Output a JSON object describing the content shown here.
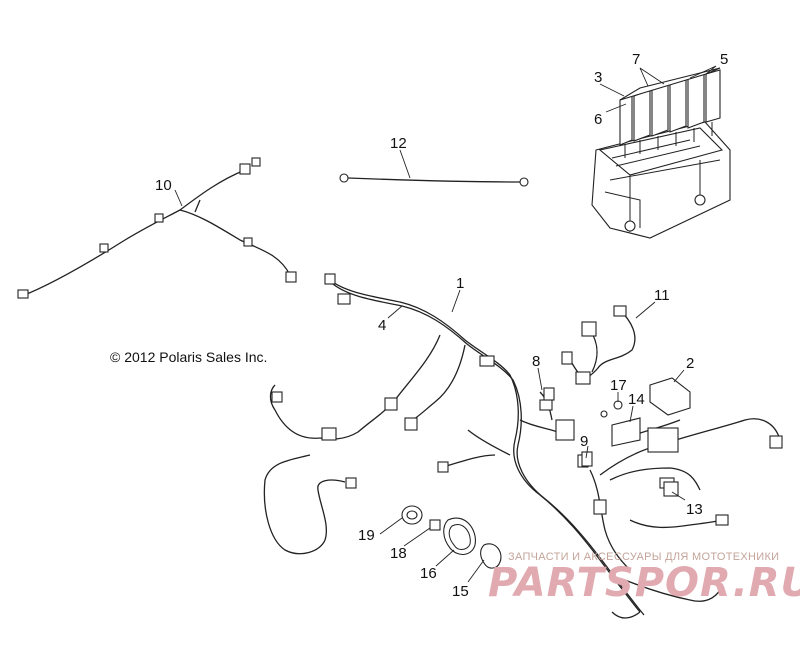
{
  "copyright": "© 2012 Polaris Sales Inc.",
  "watermark": {
    "tagline": "ЗАПЧАСТИ И АКСЕССУАРЫ ДЛЯ МОТОТЕХНИКИ",
    "logo": "PARTSPOR.RU"
  },
  "callouts": {
    "c1": "1",
    "c2": "2",
    "c3": "3",
    "c4": "4",
    "c5": "5",
    "c6": "6",
    "c7": "7",
    "c8": "8",
    "c9": "9",
    "c10": "10",
    "c11": "11",
    "c12": "12",
    "c13": "13",
    "c14": "14",
    "c15": "15",
    "c16": "16",
    "c17": "17",
    "c18": "18",
    "c19": "19"
  }
}
